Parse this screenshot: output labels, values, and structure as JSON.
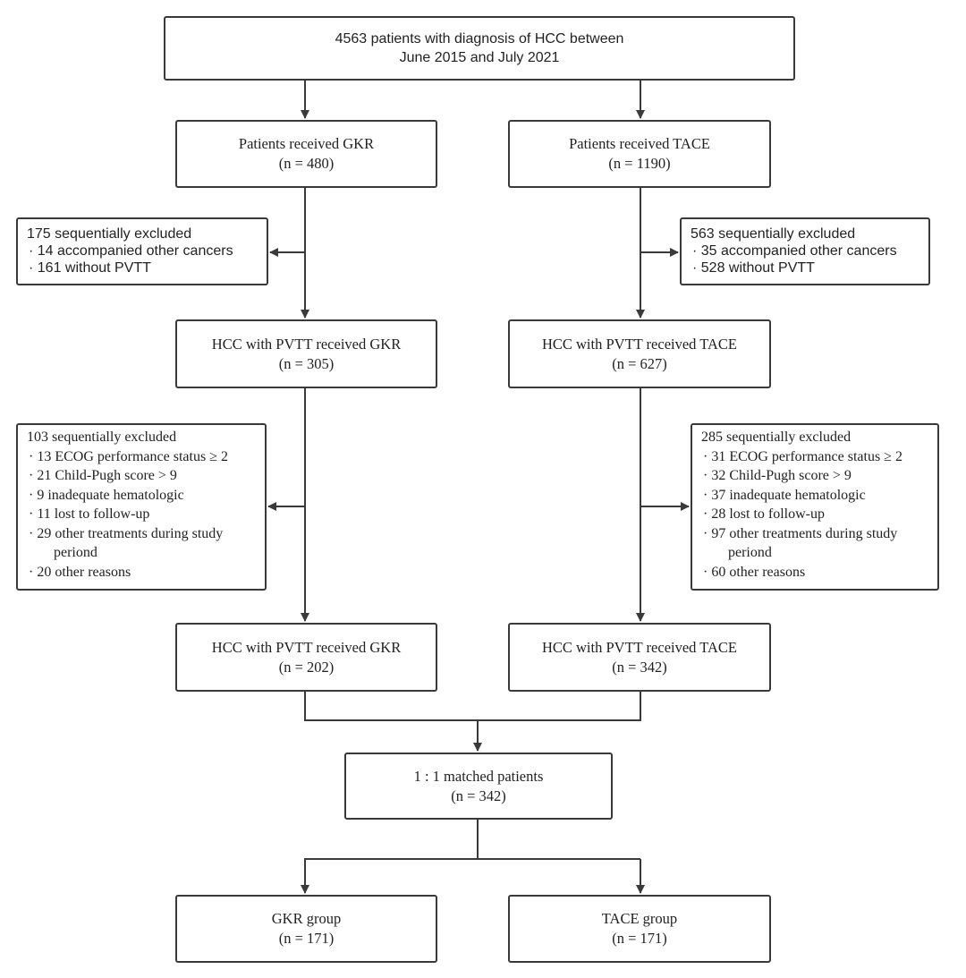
{
  "top": {
    "line1": "4563 patients  with diagnosis of HCC between",
    "line2": "June 2015 and July 2021"
  },
  "gkr_received": {
    "title": "Patients received GKR",
    "n": "(n = 480)"
  },
  "tace_received": {
    "title": "Patients received TACE",
    "n": "(n = 1190)"
  },
  "gkr_excluded1": {
    "head": "175 sequentially excluded",
    "items": [
      "· 14 accompanied other cancers",
      "· 161 without PVTT"
    ]
  },
  "tace_excluded1": {
    "head": "563 sequentially excluded",
    "items": [
      "· 35 accompanied other cancers",
      "· 528 without PVTT"
    ]
  },
  "gkr_pvtt1": {
    "title": "HCC with PVTT received GKR",
    "n": "(n = 305)"
  },
  "tace_pvtt1": {
    "title": "HCC with PVTT received TACE",
    "n": "(n = 627)"
  },
  "gkr_excluded2": {
    "head": "103 sequentially excluded",
    "items": [
      "· 13 ECOG performance status ≥ 2",
      "· 21 Child-Pugh score > 9",
      "· 9 inadequate hematologic",
      "· 11 lost to follow-up",
      "· 29 other treatments during study",
      "periond",
      "· 20 other reasons"
    ]
  },
  "tace_excluded2": {
    "head": "285 sequentially excluded",
    "items": [
      "· 31 ECOG performance status ≥ 2",
      "· 32 Child-Pugh score > 9",
      "· 37 inadequate hematologic",
      "· 28 lost to follow-up",
      "· 97 other treatments during study",
      "periond",
      "· 60 other reasons"
    ]
  },
  "gkr_pvtt2": {
    "title": "HCC with PVTT received GKR",
    "n": "(n = 202)"
  },
  "tace_pvtt2": {
    "title": "HCC with PVTT received TACE",
    "n": "(n = 342)"
  },
  "matched": {
    "title": "1 : 1 matched patients",
    "n": "(n = 342)"
  },
  "gkr_group": {
    "title": "GKR group",
    "n": "(n = 171)"
  },
  "tace_group": {
    "title": "TACE group",
    "n": "(n = 171)"
  }
}
